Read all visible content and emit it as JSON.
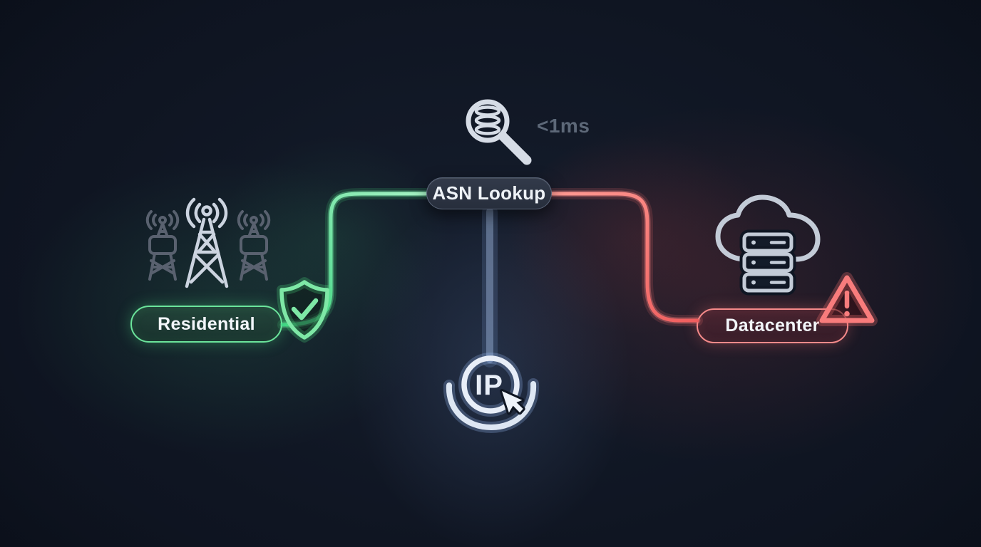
{
  "diagram": {
    "nodes": {
      "residential": {
        "label": "Residential",
        "icon": "cell-towers-icon",
        "status_icon": "shield-check-icon",
        "accent": "#4ade80"
      },
      "asn_lookup": {
        "label": "ASN Lookup",
        "latency": "<1ms",
        "icon": "database-search-icon"
      },
      "datacenter": {
        "label": "Datacenter",
        "icon": "cloud-servers-icon",
        "status_icon": "warning-triangle-icon",
        "accent": "#f87171"
      },
      "ip": {
        "label": "IP",
        "icon": "ip-cursor-icon",
        "accent": "#dbe7ff"
      }
    },
    "edges": [
      {
        "from": "residential",
        "to": "asn_lookup",
        "color": "#4ade80"
      },
      {
        "from": "asn_lookup",
        "to": "datacenter",
        "color": "#f87171"
      },
      {
        "from": "asn_lookup",
        "to": "ip",
        "color": "#dbe7ff"
      }
    ],
    "colors": {
      "background": "#0f1522",
      "pill_fill": "#2d3544",
      "latency_text": "#5d6878",
      "icon_muted": "#59616f",
      "icon_light": "#ccd4e0"
    }
  }
}
